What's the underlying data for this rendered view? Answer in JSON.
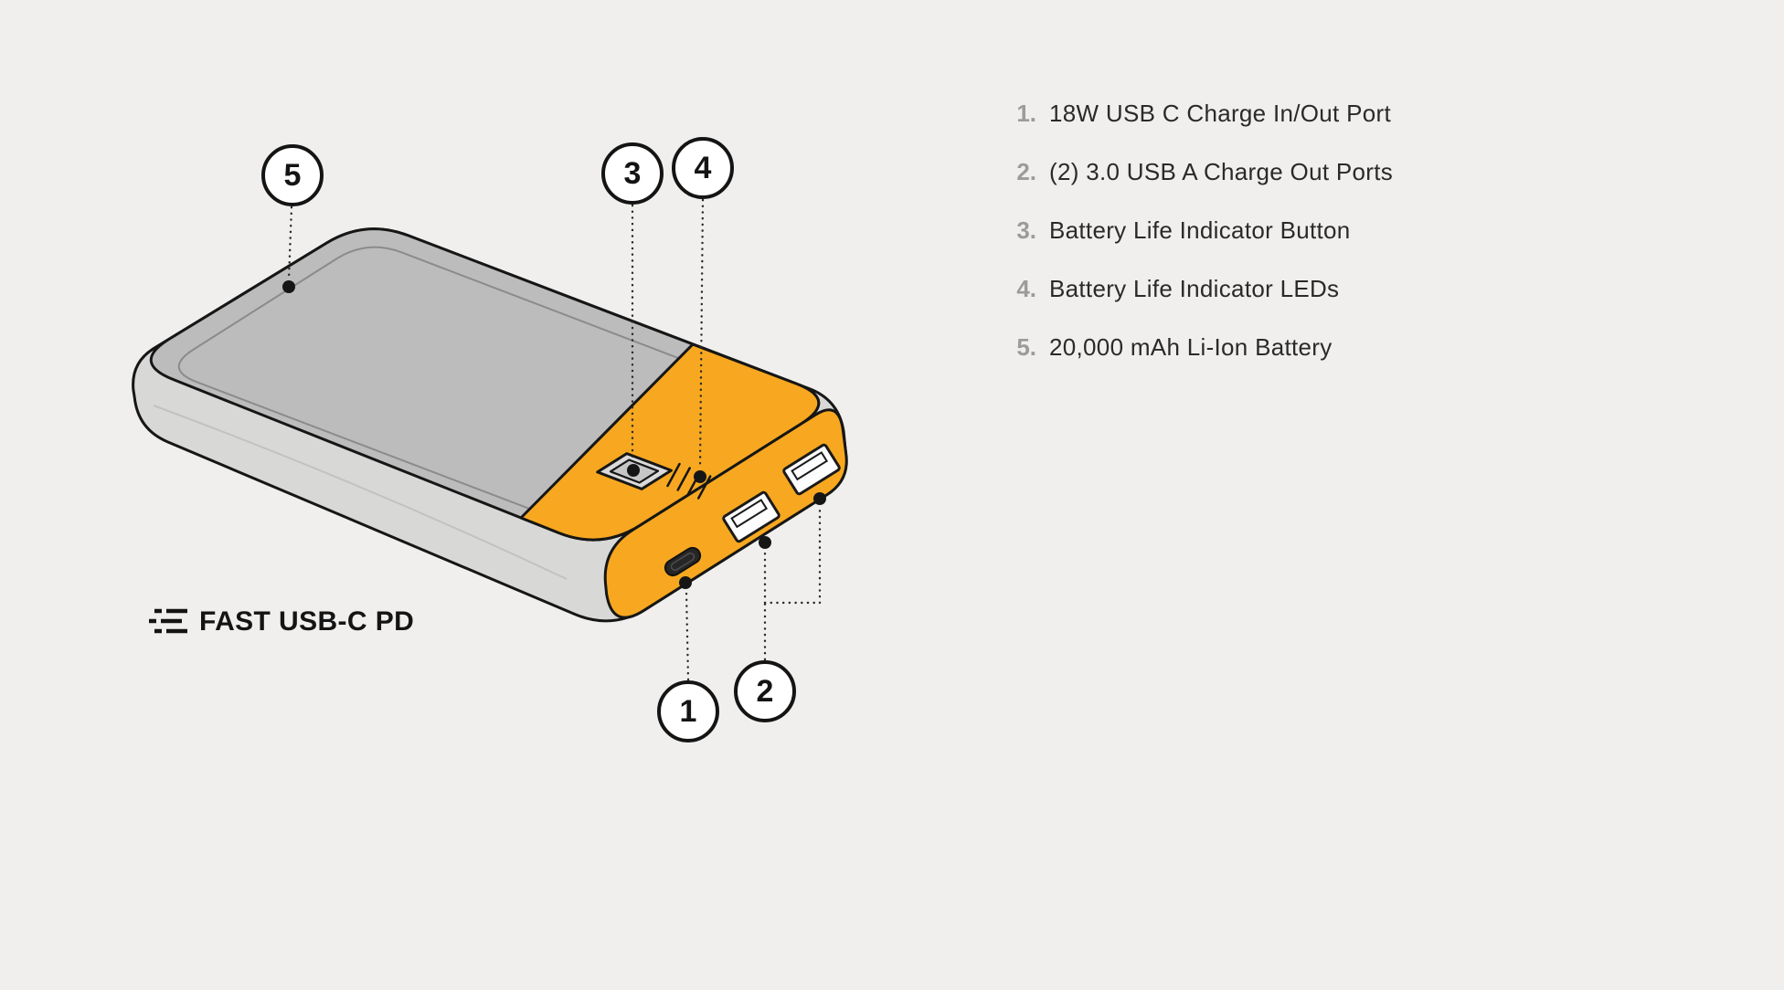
{
  "colors": {
    "background": "#f0efed",
    "accent_yellow": "#F7A820",
    "body_top_gray": "#bcbcbc",
    "body_side_gray": "#d8d8d6",
    "outline_dark": "#161616",
    "legend_number_gray": "#9b9b9b",
    "text_dark": "#2a2a2a"
  },
  "illustration": {
    "subject": "portable power bank with USB ports",
    "icons": [
      "usb-c-port",
      "usb-a-port",
      "battery-indicator-button",
      "battery-indicator-leds"
    ]
  },
  "badge": {
    "label": "FAST USB-C PD",
    "icon": "speed-lines-icon"
  },
  "callouts": [
    {
      "number": "1",
      "target": "usb-c-charge-port"
    },
    {
      "number": "2",
      "target": "usb-a-charge-ports"
    },
    {
      "number": "3",
      "target": "battery-life-indicator-button"
    },
    {
      "number": "4",
      "target": "battery-life-indicator-leds"
    },
    {
      "number": "5",
      "target": "li-ion-battery-body"
    }
  ],
  "legend": {
    "items": [
      {
        "num": "1.",
        "text": "18W USB C Charge In/Out Port"
      },
      {
        "num": "2.",
        "text": "(2) 3.0 USB A Charge Out Ports"
      },
      {
        "num": "3.",
        "text": "Battery Life Indicator Button"
      },
      {
        "num": "4.",
        "text": "Battery Life Indicator LEDs"
      },
      {
        "num": "5.",
        "text": "20,000 mAh Li-Ion Battery"
      }
    ]
  }
}
